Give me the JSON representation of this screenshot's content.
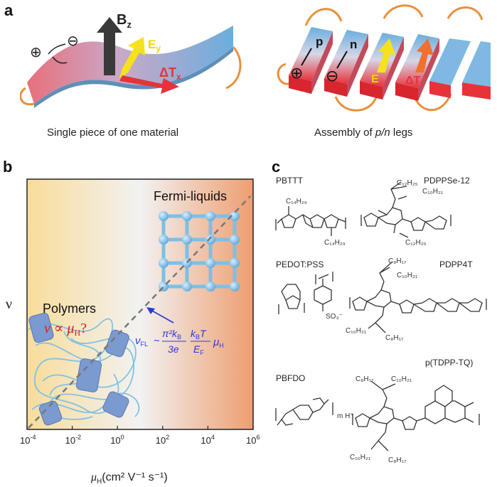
{
  "panel_a": {
    "letter": "a",
    "left": {
      "caption": "Single piece of one material",
      "field_label": "B",
      "field_sub": "z",
      "e_label": "E",
      "e_sub": "y",
      "t_label": "ΔT",
      "t_sub": "x",
      "hole_symbol": "⊕",
      "electron_symbol": "⊖"
    },
    "right": {
      "caption_pre": "Assembly of ",
      "caption_em": "p/n",
      "caption_post": " legs",
      "p_label": "p",
      "n_label": "n",
      "e_label": "E",
      "t_label": "ΔT",
      "hole_symbol": "⊕",
      "electron_symbol": "⊖"
    },
    "colors": {
      "red": "#e8323a",
      "blue": "#6aaede",
      "yellow": "#f6e21c",
      "orange_wire": "#e8903a"
    }
  },
  "panel_b": {
    "letter": "b",
    "y_axis_label": "ν",
    "x_axis_label_main": "μ",
    "x_axis_label_sub": "H",
    "x_axis_label_units": "(cm² V⁻¹ s⁻¹)",
    "x_ticks": [
      {
        "base": "10",
        "exp": "-4",
        "value": -4
      },
      {
        "base": "10",
        "exp": "-2",
        "value": -2
      },
      {
        "base": "10",
        "exp": "0",
        "value": 0
      },
      {
        "base": "10",
        "exp": "2",
        "value": 2
      },
      {
        "base": "10",
        "exp": "4",
        "value": 4
      },
      {
        "base": "10",
        "exp": "6",
        "value": 6
      }
    ],
    "fermi_label": "Fermi-liquids",
    "polymers_label": "Polymers",
    "polymers_relation": "ν ∝ μ",
    "polymers_relation_sub": "H",
    "polymers_relation_q": "?",
    "formula": {
      "lhs": "ν",
      "lhs_sub": "FL",
      "tilde": "~",
      "num1": "π²k",
      "num1_sub": "B",
      "den1": "3e",
      "num2": "k",
      "num2_sub": "B",
      "num2_tail": "T",
      "den2": "E",
      "den2_sub": "F",
      "tail": "μ",
      "tail_sub": "H"
    },
    "colors": {
      "left_bg": "#f8dc9a",
      "mid_bg": "#f2f2f2",
      "right_bg": "#ee9e70",
      "lattice": "#7cc0e6",
      "formula": "#2a3bd6",
      "relation": "#d91b1b"
    }
  },
  "panel_c": {
    "letter": "c",
    "structures": [
      {
        "name": "PBTTT",
        "subs": [
          "C₁₄H₂₉",
          "C₁₄H₂₉"
        ]
      },
      {
        "name": "PDPPSe-12",
        "subs": [
          "C₁₂H₂₅",
          "C₁₀H₂₁",
          "C₁₂H₂₅"
        ]
      },
      {
        "name": "PEDOT:PSS",
        "subs": [
          "SO₃⁻"
        ]
      },
      {
        "name": "PDPP4T",
        "subs": [
          "C₈H₁₇",
          "C₁₀H₂₁",
          "C₁₀H₂₁",
          "C₈H₁₇"
        ]
      },
      {
        "name": "PBFDO",
        "subs": [
          "m H⁺"
        ]
      },
      {
        "name": "p(TDPP-TQ)",
        "subs": [
          "C₁₀H₂₁",
          "C₈H₁₇",
          "C₁₀H₂₁",
          "C₈H₁₇"
        ]
      }
    ]
  }
}
